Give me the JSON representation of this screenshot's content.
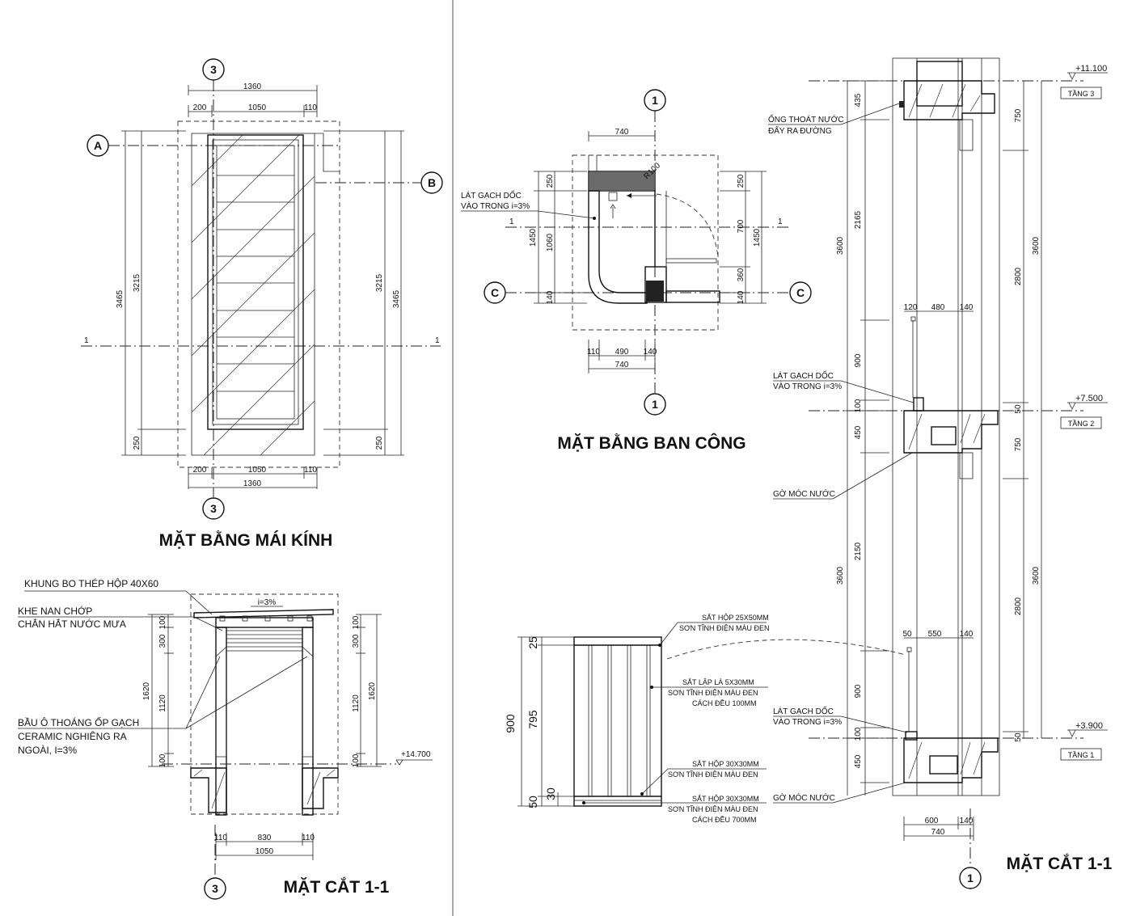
{
  "grid": {
    "g3": "3",
    "gA": "A",
    "gB": "B",
    "g1": "1",
    "gC": "C",
    "sec1": "1"
  },
  "titles": {
    "roof_plan": "MẶT BẰNG MÁI KÍNH",
    "balcony_plan": "MẶT BẰNG BAN CÔNG",
    "section_left": "MẶT CẮT 1-1",
    "section_right": "MẶT CẮT 1-1"
  },
  "roof_plan": {
    "dims_top": [
      "1360",
      "200",
      "1050",
      "110"
    ],
    "dims_bottom": [
      "200",
      "1050",
      "110",
      "1360"
    ],
    "dims_left": [
      "3465",
      "3215",
      "250"
    ],
    "dims_right": [
      "3215",
      "3465",
      "250"
    ]
  },
  "balcony_plan": {
    "dims_top": [
      "740"
    ],
    "dims_left": [
      "250",
      "1450",
      "1060",
      "140"
    ],
    "dims_right": [
      "250",
      "700",
      "1450",
      "360",
      "140"
    ],
    "dims_bottom": [
      "110",
      "490",
      "140",
      "740"
    ],
    "radius": "R100",
    "note": [
      "LÁT GẠCH DỐC",
      "VÀO TRONG i=3%"
    ]
  },
  "section_left": {
    "notes": {
      "frame": "KHUNG BO THÉP HỘP 40X60",
      "louver": [
        "KHE NAN CHỚP",
        "CHẮN HẮT NƯỚC MƯA"
      ],
      "vent": [
        "BẦU Ô THOÁNG ỐP GẠCH",
        "CERAMIC NGHIÊNG RA",
        "NGOÀI, I=3%"
      ]
    },
    "slope": "i=3%",
    "level": "+14.700",
    "dims_left": [
      "100",
      "300",
      "1620",
      "1120",
      "100"
    ],
    "dims_right": [
      "100",
      "300",
      "1120",
      "1620",
      "100"
    ],
    "dims_bottom": [
      "110",
      "830",
      "110",
      "1050"
    ]
  },
  "railing": {
    "dims": [
      "25",
      "795",
      "900",
      "50",
      "30"
    ],
    "notes": [
      [
        "SẮT HỘP 25X50MM",
        "SƠN TĨNH ĐIỆN MÀU ĐEN"
      ],
      [
        "SẮT LẬP LÀ 5X30MM",
        "SƠN TĨNH ĐIỆN MÀU ĐEN",
        "CÁCH ĐỀU 100MM"
      ],
      [
        "SẮT HỘP 30X30MM",
        "SƠN TĨNH ĐIỆN MÀU ĐEN"
      ],
      [
        "SẮT HỘP 30X30MM",
        "SƠN TĨNH ĐIỆN MÀU ĐEN",
        "CÁCH ĐỀU 700MM"
      ]
    ]
  },
  "section_right": {
    "levels": [
      "+11.100",
      "+7.500",
      "+3.900"
    ],
    "floors": [
      "TẦNG 3",
      "TẦNG 2",
      "TẦNG 1"
    ],
    "notes": {
      "drain": [
        "ỐNG THOÁT NƯỚC",
        "ĐẨY RA ĐƯỜNG"
      ],
      "tile1": [
        "LÁT GẠCH DỐC",
        "VÀO TRONG i=3%"
      ],
      "drip1": "GỜ MÓC NƯỚC",
      "tile2": [
        "LÁT GẠCH DỐC",
        "VÀO TRONG i=3%"
      ],
      "drip2": "GỜ MÓC NƯỚC"
    },
    "dims_left": [
      "435",
      "2165",
      "3600",
      "900",
      "100",
      "450",
      "2150",
      "3600",
      "900",
      "100",
      "450"
    ],
    "dims_right": [
      "750",
      "2800",
      "3600",
      "50",
      "750",
      "2800",
      "3600",
      "50"
    ],
    "dims_top_balcony": [
      "120",
      "480",
      "140"
    ],
    "dims_mid_balcony": [
      "50",
      "550",
      "140"
    ],
    "dims_bottom": [
      "600",
      "140",
      "740"
    ]
  }
}
